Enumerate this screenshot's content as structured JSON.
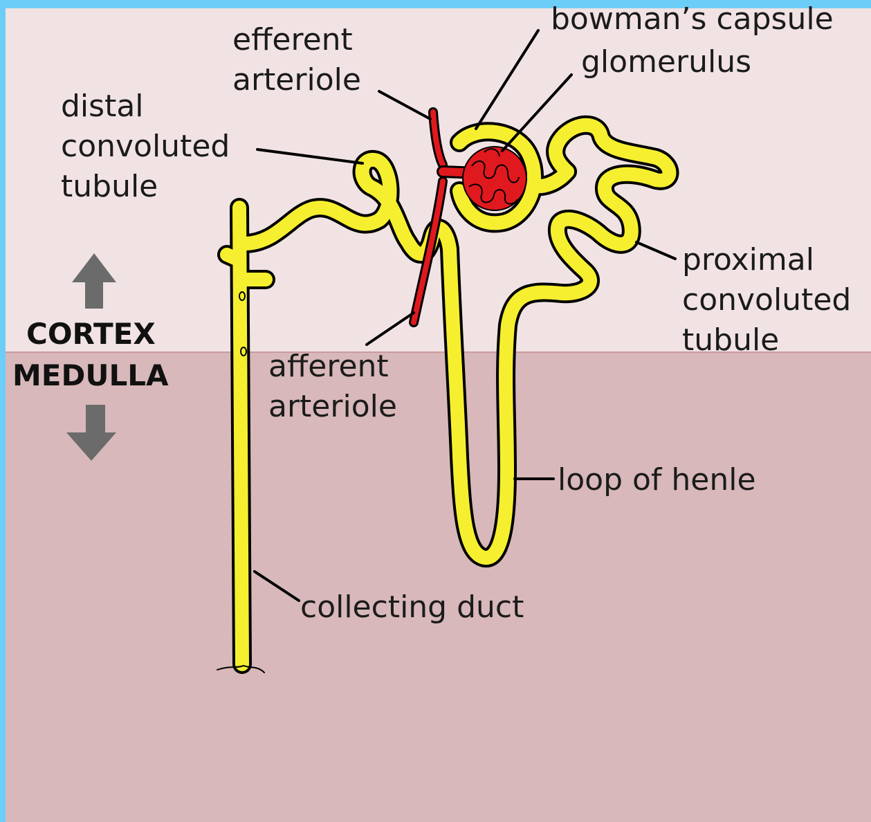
{
  "zones": {
    "cortex": "CORTEX",
    "medulla": "MEDULLA"
  },
  "labels": {
    "efferent_arteriole": [
      "efferent",
      "arteriole"
    ],
    "bowmans_capsule": "bowman’s capsule",
    "glomerulus": "glomerulus",
    "distal_convoluted_tubule": [
      "distal",
      "convoluted",
      "tubule"
    ],
    "proximal_convoluted_tubule": [
      "proximal",
      "convoluted",
      "tubule"
    ],
    "afferent_arteriole": [
      "afferent",
      "arteriole"
    ],
    "loop_of_henle": "loop of henle",
    "collecting_duct": "collecting duct"
  },
  "colors": {
    "frame": "#6ccdf7",
    "cortex": "#f1e3e4",
    "medulla": "#d8b8ba",
    "tubule": "#f5ef2f",
    "blood": "#e0191e",
    "arrow": "#6b6b6b"
  }
}
